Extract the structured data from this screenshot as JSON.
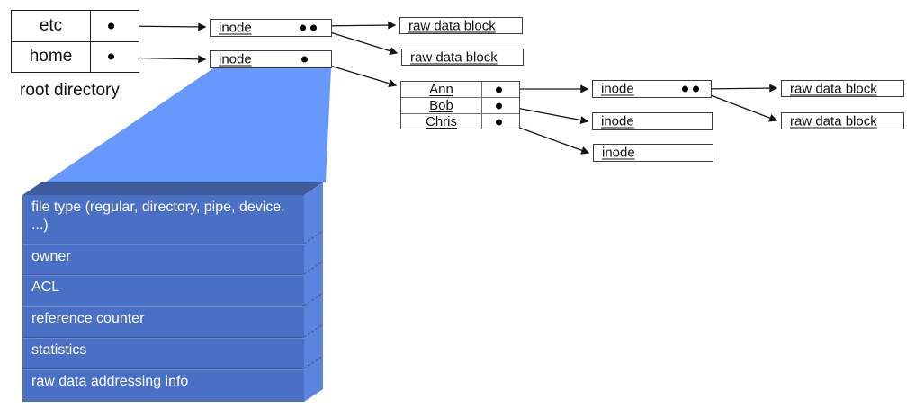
{
  "colors": {
    "funnel": "#6699FB",
    "block_face": "#4A70C5",
    "block_bevel": "#3F5B99",
    "block_side": "#5C85E0",
    "separator_dark": "#3C589B",
    "separator_light": "#6C8CD4",
    "arrow": "#141414",
    "text_on_block": "#FFFFFF"
  },
  "labels": {
    "root_directory_caption": "root directory",
    "inode": "inode",
    "raw_data_block": "raw data block"
  },
  "root_table": {
    "rows": [
      {
        "name": "etc"
      },
      {
        "name": "home"
      }
    ]
  },
  "directory_table": {
    "rows": [
      {
        "name": "Ann"
      },
      {
        "name": "Bob"
      },
      {
        "name": "Chris"
      }
    ]
  },
  "inode_fields": [
    "file type (regular, directory, pipe, device, ...)",
    "owner",
    "ACL",
    "reference counter",
    "statistics",
    "raw data addressing info"
  ]
}
